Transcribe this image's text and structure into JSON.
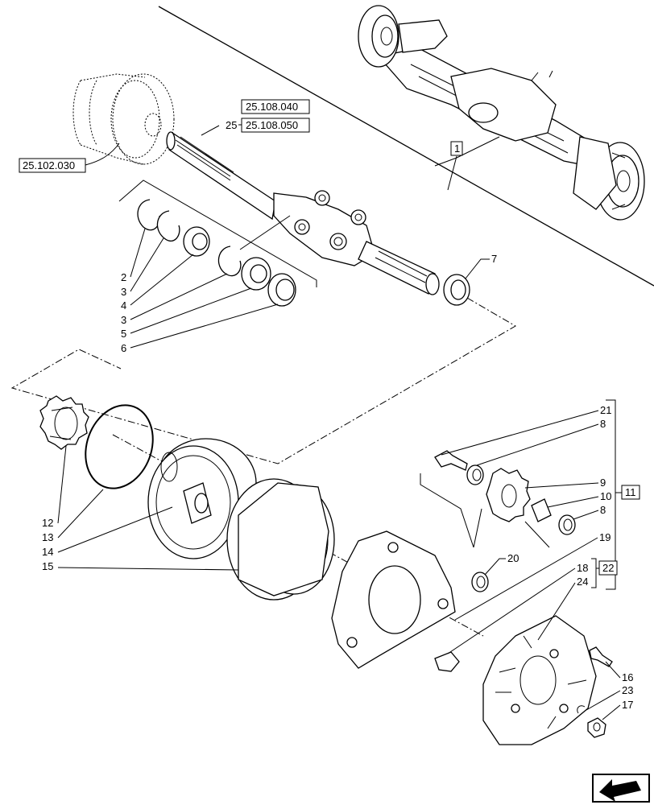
{
  "references": {
    "ref_25_108_040": "25.108.040",
    "ref_25_108_050": "25.108.050",
    "ref_25_102_030": "25.102.030"
  },
  "callouts": {
    "c1": "1",
    "c2": "2",
    "c3a": "3",
    "c3b": "3",
    "c4": "4",
    "c5": "5",
    "c6": "6",
    "c7": "7",
    "c8a": "8",
    "c8b": "8",
    "c9": "9",
    "c10": "10",
    "c11": "11",
    "c12": "12",
    "c13": "13",
    "c14": "14",
    "c15": "15",
    "c16": "16",
    "c17": "17",
    "c18": "18",
    "c19": "19",
    "c20": "20",
    "c21": "21",
    "c22": "22",
    "c23": "23",
    "c24": "24",
    "c25": "25"
  },
  "icons": {
    "nav": "arrow-back-icon"
  }
}
